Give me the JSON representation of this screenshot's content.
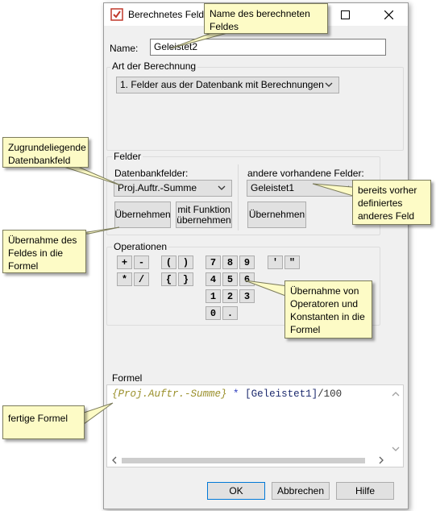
{
  "window": {
    "title": "Berechnetes Feld",
    "icon": "calculated-field-icon"
  },
  "name_field": {
    "label": "Name:",
    "value": "Geleistet2"
  },
  "calc_type": {
    "group_title": "Art der Berechnung",
    "selected": "1. Felder aus der Datenbank mit Berechnungen"
  },
  "fields_group": {
    "title": "Felder",
    "db_label": "Datenbankfelder:",
    "db_selected": "Proj.Auftr.-Summe",
    "apply_label": "Übernehmen",
    "apply_func_label": "mit Funktion übernehmen",
    "other_label": "andere vorhandene Felder:",
    "other_selected": "Geleistet1",
    "other_apply_label": "Übernehmen"
  },
  "operations": {
    "title": "Operationen",
    "keys": [
      "+",
      "-",
      "(",
      ")",
      "*",
      "/",
      "{",
      "}",
      "7",
      "8",
      "9",
      "4",
      "5",
      "6",
      "1",
      "2",
      "3",
      "0",
      ".",
      "'",
      "\""
    ]
  },
  "formula": {
    "title": "Formel",
    "field": "{Proj.Auftr.-Summe}",
    "operator": "*",
    "reference": "[Geleistet1]",
    "divider": "/100"
  },
  "buttons": {
    "ok": "OK",
    "cancel": "Abbrechen",
    "help": "Hilfe"
  },
  "callouts": {
    "name": "Name des berechneten Feldes",
    "db_field": "Zugrundeliegende Datenbankfeld",
    "apply": "Übernahme des Feldes in die Formel",
    "predefined": "bereits vorher definiertes anderes Feld",
    "operators": "Übernahme von Operatoren und Konstanten in die Formel",
    "formula": "fertige Formel"
  },
  "colors": {
    "callout_bg": "#fdfbc6",
    "formula_field": "#9a8f2a",
    "formula_operator": "#2f3fbf"
  }
}
